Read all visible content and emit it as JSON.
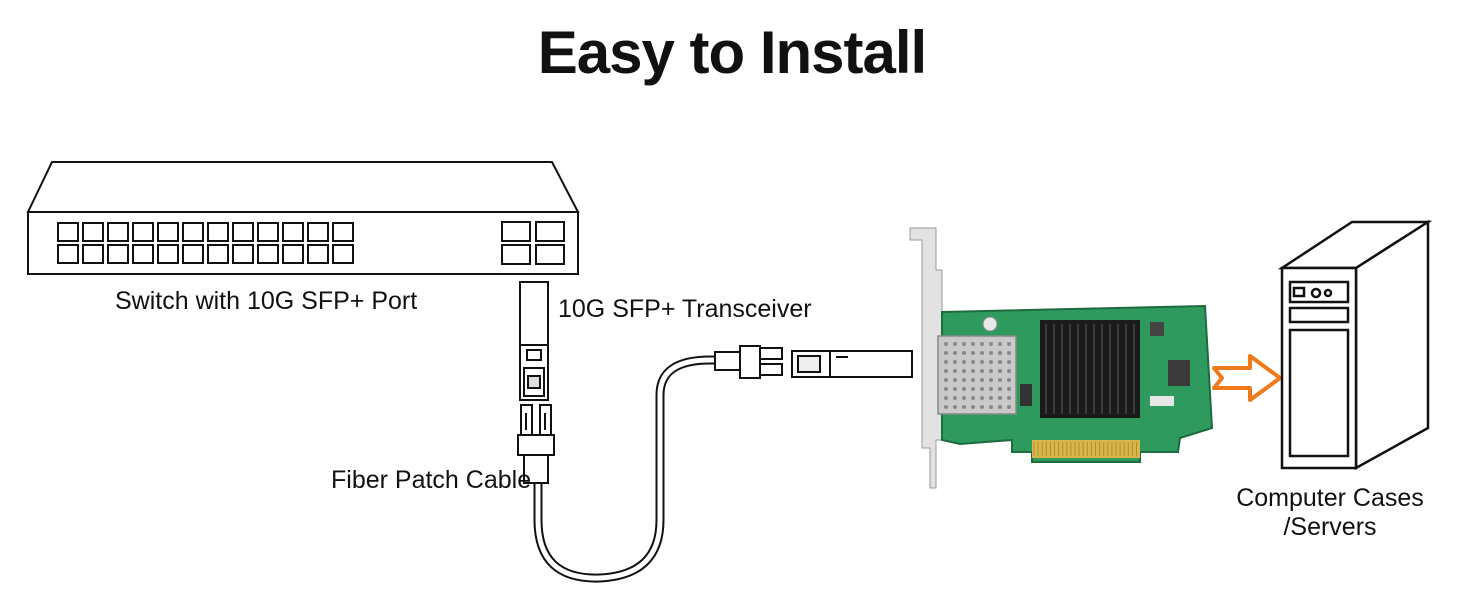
{
  "title": "Easy to Install",
  "labels": {
    "switch": "Switch with 10G SFP+ Port",
    "transceiver": "10G SFP+ Transceiver",
    "cable": "Fiber Patch Cable",
    "computer_line1": "Computer Cases",
    "computer_line2": "/Servers"
  },
  "switch_ports": {
    "rows": 2,
    "columns": 12,
    "sfp_ports": 4
  },
  "colors": {
    "arrow": "#f07a1a",
    "pcb": "#2f9a5e",
    "heatsink": "#1a1a1a",
    "outline": "#111111"
  }
}
